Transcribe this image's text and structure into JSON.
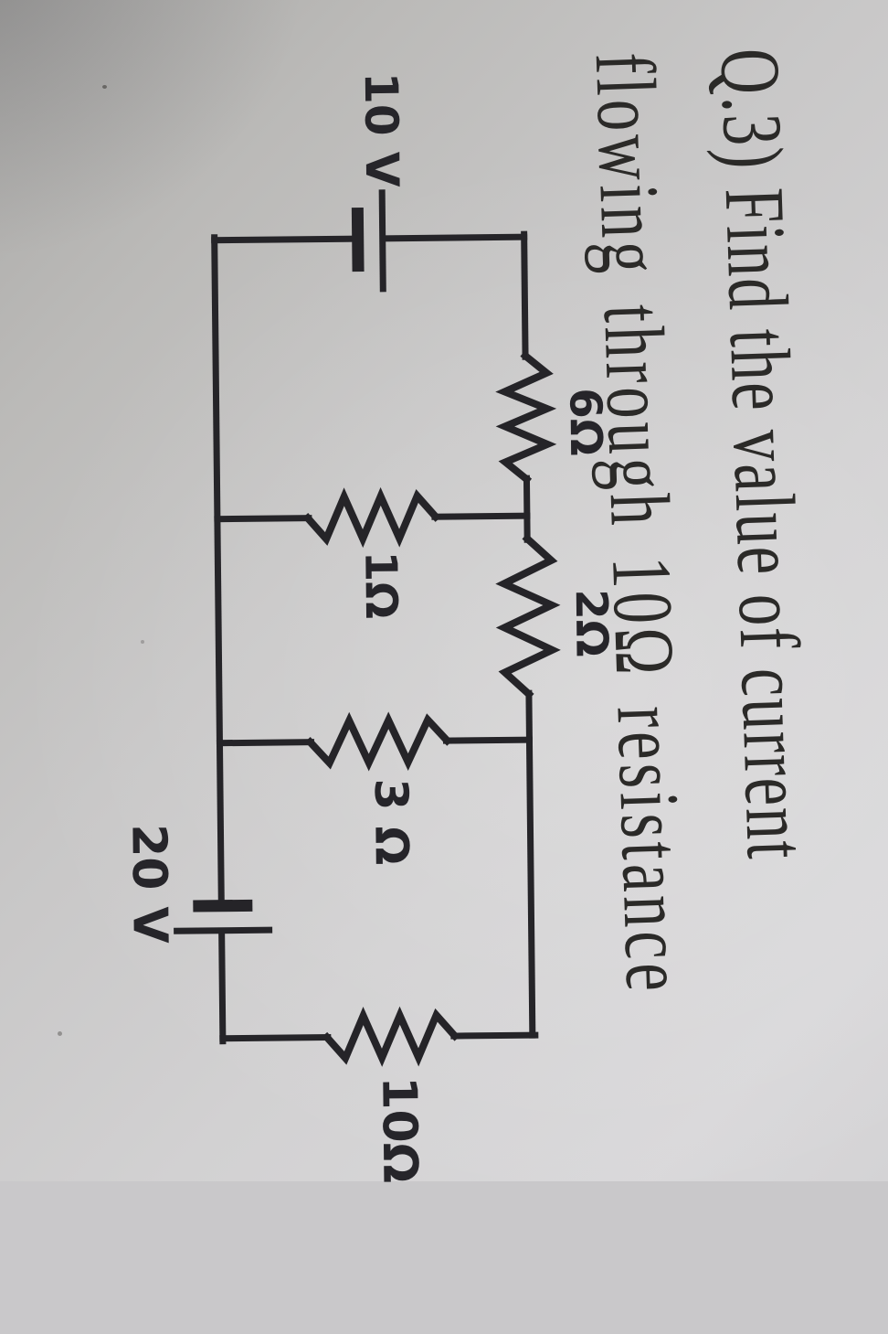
{
  "problem": {
    "line1": "Q.3) Find the value of current",
    "line2": "flowing through 10Ω resistance"
  },
  "circuit": {
    "labels": {
      "battery_left": "10 V",
      "resistor_6": "6Ω",
      "resistor_2": "2Ω",
      "resistor_1": "1Ω",
      "resistor_3": "3 Ω",
      "resistor_10": "10Ω",
      "battery_bottom": "20 V"
    },
    "components": [
      {
        "type": "battery",
        "value": "10 V",
        "position": "left-edge"
      },
      {
        "type": "resistor",
        "value": "6Ω",
        "position": "top-rail-first"
      },
      {
        "type": "resistor",
        "value": "2Ω",
        "position": "top-rail-second"
      },
      {
        "type": "resistor",
        "value": "1Ω",
        "position": "middle-branch-left"
      },
      {
        "type": "resistor",
        "value": "3 Ω",
        "position": "middle-branch-right"
      },
      {
        "type": "resistor",
        "value": "10Ω",
        "position": "right-edge"
      },
      {
        "type": "battery",
        "value": "20 V",
        "position": "bottom-rail"
      }
    ],
    "ink_color": "#252428"
  },
  "paper": {
    "light": "#d9d8da",
    "dark": "#aaa9a7"
  }
}
